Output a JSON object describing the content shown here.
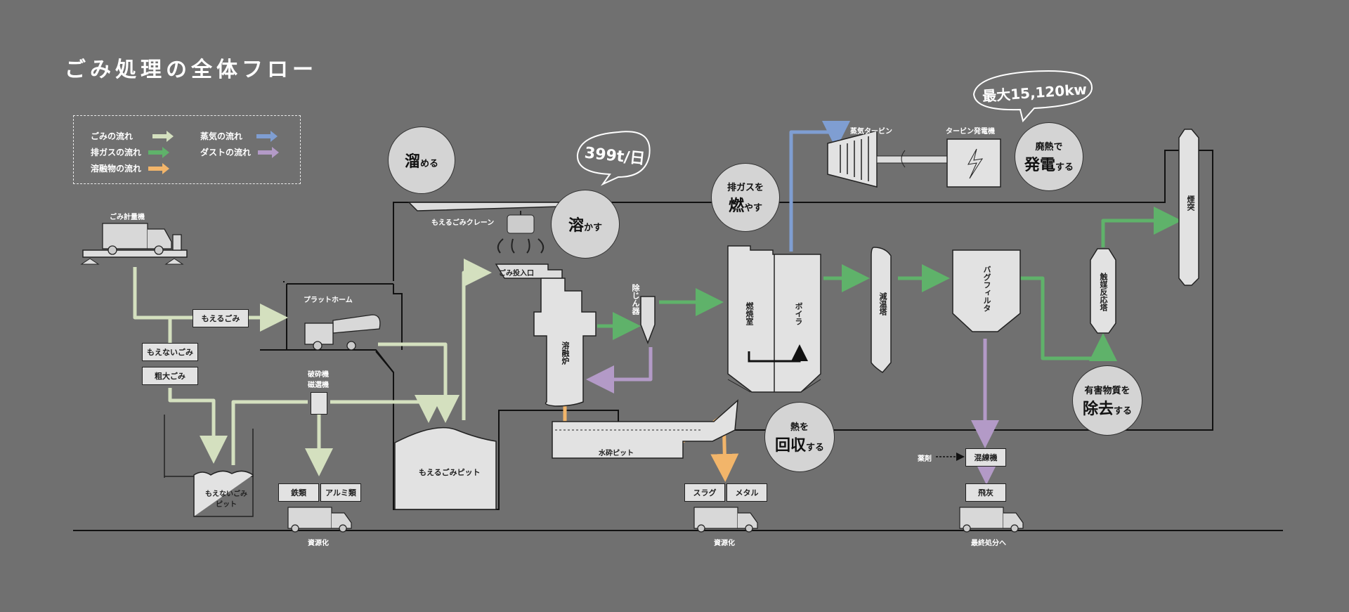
{
  "title": "ごみ処理の全体フロー",
  "legend": {
    "items": [
      {
        "label": "ごみの流れ",
        "color": "#d4e0bf"
      },
      {
        "label": "排ガスの流れ",
        "color": "#5fb26a"
      },
      {
        "label": "溶融物の流れ",
        "color": "#f2b56a"
      },
      {
        "label": "蒸気の流れ",
        "color": "#7f9ed2"
      },
      {
        "label": "ダストの流れ",
        "color": "#b39ac7"
      }
    ]
  },
  "labels": {
    "scale": "ごみ計量機",
    "moeru_gomi": "もえるごみ",
    "moenai_gomi": "もえないごみ",
    "sodai_gomi": "粗大ごみ",
    "platform": "プラットホーム",
    "crusher": "破砕機\n磁選機",
    "moenai_pit": "もえないごみ\nピット",
    "iron": "鉄類",
    "aluminum": "アルミ類",
    "resource1": "資源化",
    "crane": "もえるごみクレーン",
    "hopper": "ごみ投入口",
    "moeru_pit": "もえるごみピット",
    "melter": "溶融炉",
    "dust_collector": "除じん器",
    "water_pit": "水砕ピット",
    "slag": "スラグ",
    "metal": "メタル",
    "resource2": "資源化",
    "combustion": "燃焼室",
    "boiler": "ボイラ",
    "steam_turbine": "蒸気タービン",
    "turbine_gen": "タービン発電機",
    "cooling_tower": "減温塔",
    "bag_filter": "バグフィルタ",
    "catalyst": "触媒反応塔",
    "chimney": "煙突",
    "chemical": "薬剤",
    "mixer": "混練機",
    "fly_ash": "飛灰",
    "final": "最終処分へ"
  },
  "circles": {
    "tameru": {
      "main": "溜",
      "sub": "める"
    },
    "tokasu": {
      "main": "溶",
      "sub": "かす"
    },
    "moyasu": {
      "top": "排ガスを",
      "main": "燃",
      "sub": "やす"
    },
    "kaishu": {
      "top": "熱を",
      "main": "回収",
      "sub": "する"
    },
    "hatsuden": {
      "top": "廃熱で",
      "main": "発電",
      "sub": "する"
    },
    "jokyo": {
      "top": "有害物質を",
      "main": "除去",
      "sub": "する"
    }
  },
  "bubbles": {
    "capacity": "399t/日",
    "power": "最大15,120kw"
  }
}
